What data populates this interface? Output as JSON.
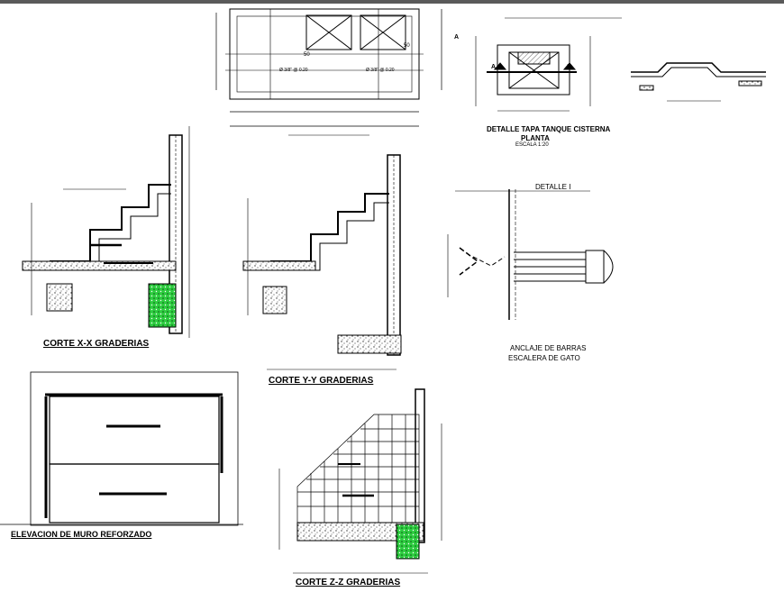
{
  "labels": {
    "detail_tapa": "DETALLE TAPA TANQUE CISTERNA",
    "planta": "PLANTA",
    "escala_120": "ESCALA 1:20",
    "detalle_1": "DETALLE I",
    "anclaje_line1": "ANCLAJE DE BARRAS",
    "anclaje_line2": "ESCALERA DE GATO",
    "corte_xx": "CORTE X-X GRADERIAS",
    "corte_yy": "CORTE Y-Y GRADERIAS",
    "corte_zz": "CORTE Z-Z GRADERIAS",
    "elevacion": "ELEVACION DE MURO REFORZADO",
    "sec_a_left": "A",
    "sec_a_right": "A",
    "sec_a_top": "A",
    "dim_050_left": "50",
    "dim_050_right": "50",
    "bars_1": "Ø 3/8\" @ 0.20",
    "bars_2": "Ø 3/8\" @ 0.20"
  },
  "colors": {
    "line": "#000000",
    "grout": "#2ecc40",
    "gravel": "#555555"
  }
}
